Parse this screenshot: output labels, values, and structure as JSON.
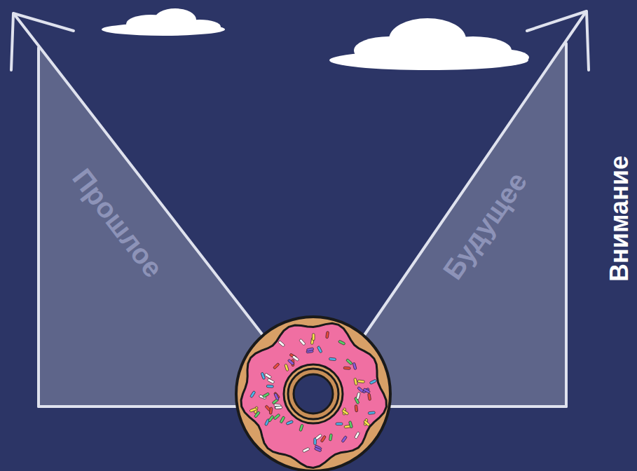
{
  "diagram": {
    "labels": [
      "Прошлое",
      "Будущее",
      "Внимание"
    ]
  }
}
